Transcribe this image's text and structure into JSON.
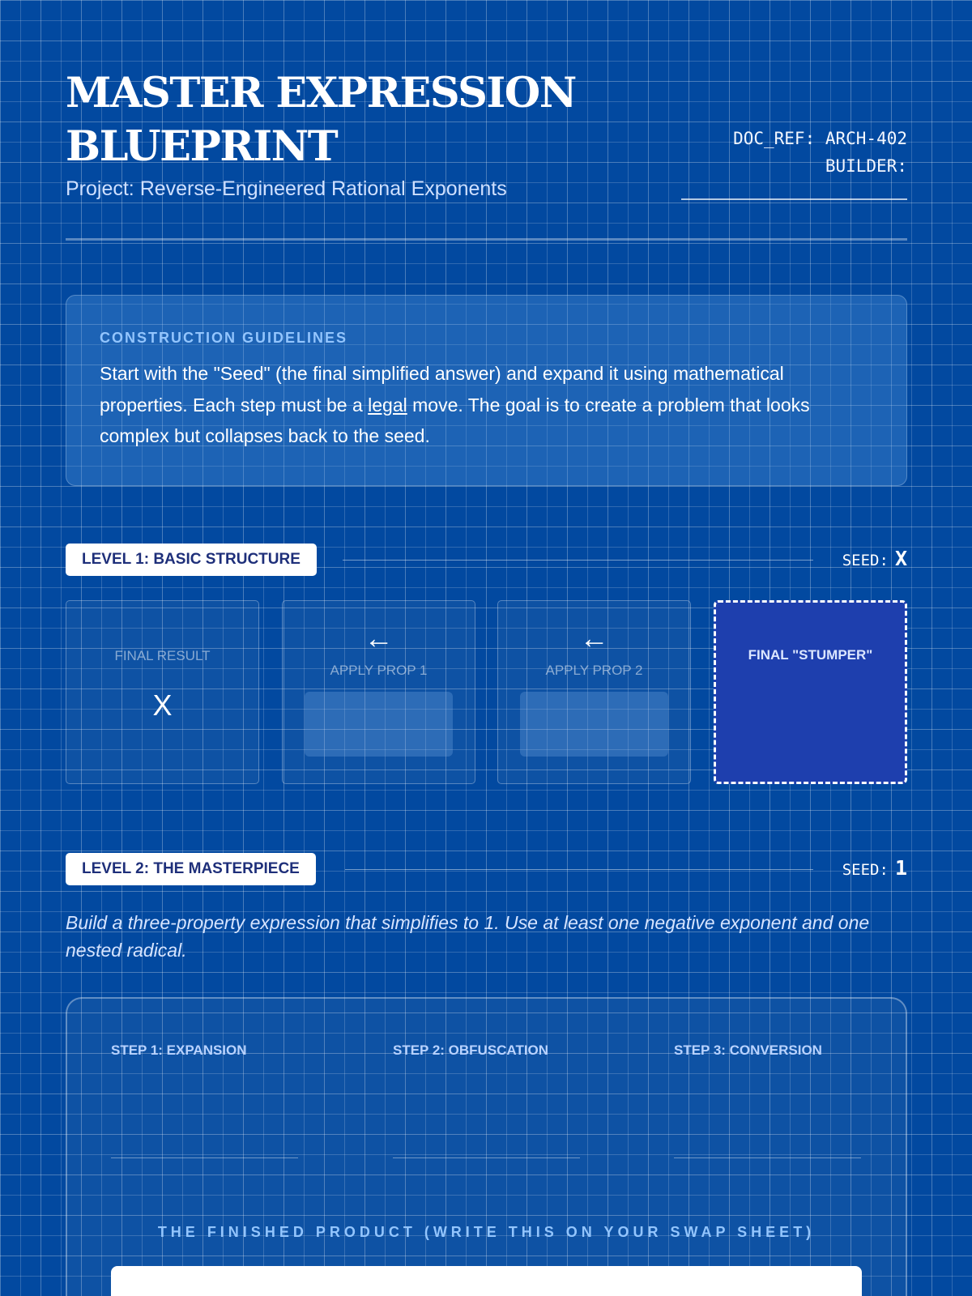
{
  "header": {
    "title_line1": "MASTER EXPRESSION",
    "title_line2": "BLUEPRINT",
    "subtitle": "Project: Reverse-Engineered Rational Exponents",
    "doc_ref": "DOC_REF: ARCH-402",
    "builder_label": "BUILDER:"
  },
  "guidelines": {
    "heading": "CONSTRUCTION GUIDELINES",
    "text_before": "Start with the \"Seed\" (the final simplified answer) and expand it using mathematical properties. Each step must be a ",
    "text_underlined": "legal",
    "text_after": " move. The goal is to create a problem that looks complex but collapses back to the seed."
  },
  "level1": {
    "badge": "LEVEL 1: BASIC STRUCTURE",
    "seed_label": "SEED:",
    "seed_value": "X",
    "cards": [
      {
        "label": "FINAL RESULT",
        "value": "X"
      },
      {
        "icon": "arrow-left-icon",
        "arrow": "←",
        "label": "APPLY PROP 1"
      },
      {
        "icon": "arrow-left-icon",
        "arrow": "←",
        "label": "APPLY PROP 2"
      },
      {
        "label": "FINAL \"STUMPER\""
      }
    ]
  },
  "level2": {
    "badge": "LEVEL 2: THE MASTERPIECE",
    "seed_label": "SEED:",
    "seed_value": "1",
    "instructions": "Build a three-property expression that simplifies to 1. Use at least one negative exponent and one nested radical.",
    "steps": [
      "STEP 1: EXPANSION",
      "STEP 2: OBFUSCATION",
      "STEP 3: CONVERSION"
    ],
    "finished_label": "THE FINISHED PRODUCT (WRITE THIS ON YOUR SWAP SHEET)"
  },
  "colors": {
    "background": "#0249a0",
    "accent": "#93c5fd",
    "stumper": "#1e3fae",
    "badge_text": "#1e2f7a"
  }
}
